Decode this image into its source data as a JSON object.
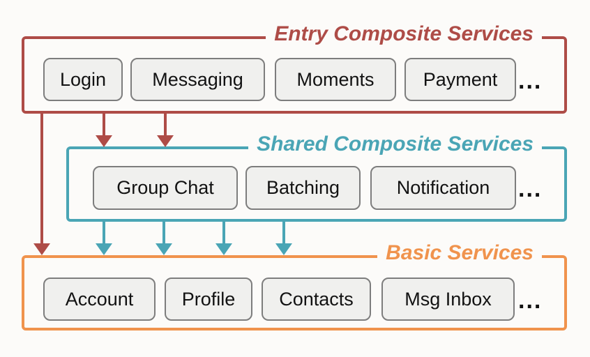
{
  "diagram": {
    "description": "Three-tier microservice architecture diagram with arrows from upper tiers to lower tiers",
    "colors": {
      "entry_accent": "#AE4C47",
      "shared_accent": "#4AA5B5",
      "basic_accent": "#F0934D",
      "box_fill": "#F0F0EE",
      "box_border": "#7D7D7D",
      "background": "#FCFBF9",
      "text": "#121212"
    }
  },
  "layers": [
    {
      "id": "entry",
      "title": "Entry Composite Services",
      "services": [
        "Login",
        "Messaging",
        "Moments",
        "Payment"
      ],
      "ellipsis": "..."
    },
    {
      "id": "shared",
      "title": "Shared Composite Services",
      "services": [
        "Group Chat",
        "Batching",
        "Notification"
      ],
      "ellipsis": "..."
    },
    {
      "id": "basic",
      "title": "Basic Services",
      "services": [
        "Account",
        "Profile",
        "Contacts",
        "Msg Inbox"
      ],
      "ellipsis": "..."
    }
  ]
}
